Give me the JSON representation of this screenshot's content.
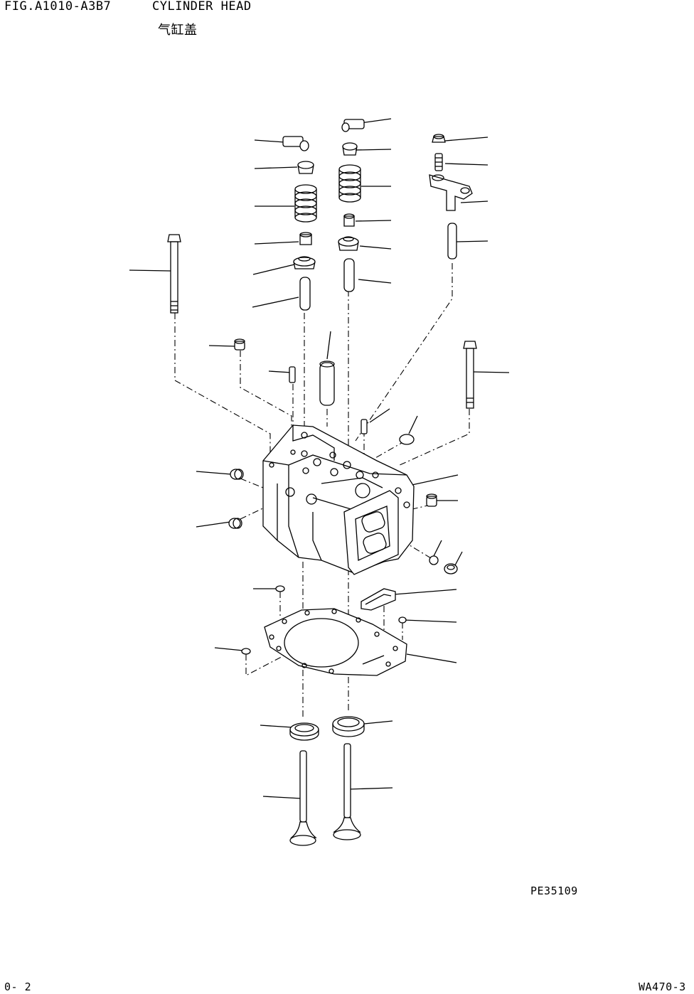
{
  "header": {
    "figure_label": "FIG.A1010-A3B7",
    "title_en": "CYLINDER HEAD",
    "title_cn": "气缸盖"
  },
  "footer": {
    "drawing_code": "PE35109",
    "page_number": "0- 2",
    "model_code": "WA470-3"
  }
}
